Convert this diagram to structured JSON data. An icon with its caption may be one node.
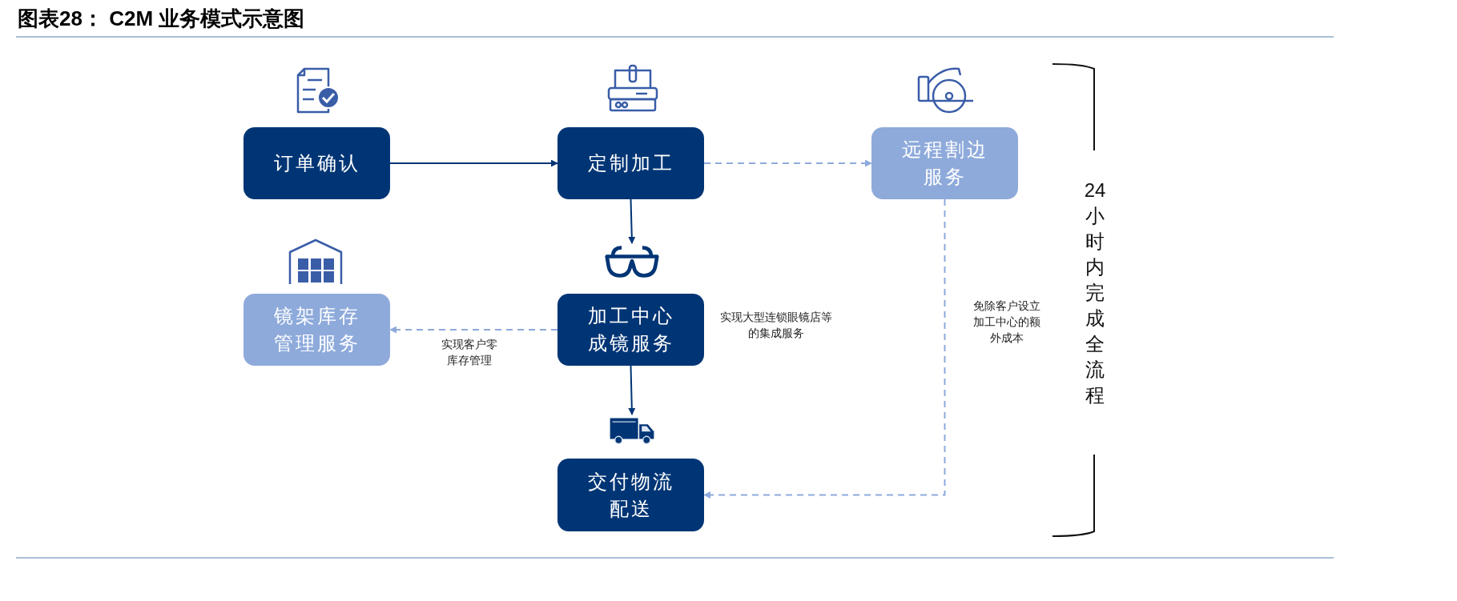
{
  "diagram": {
    "title": "图表28： C2M 业务模式示意图",
    "nodes": [
      {
        "text": [
          "订单确认"
        ]
      },
      {
        "text": [
          "定制加工"
        ]
      },
      {
        "text": [
          "远程割边服务"
        ]
      },
      {
        "text": [],
        "shape": "glasses"
      },
      {
        "text": [
          "镜架库存管理服务"
        ]
      },
      {
        "text": [
          "加工中心成镜服务"
        ],
        "beside": [
          "实现大型连锁眼镜店等的集成服务"
        ]
      },
      {
        "text": [],
        "shape": "truck"
      },
      {
        "text": [
          "交付物流配送"
        ]
      }
    ],
    "edges": [
      {
        "from": 0,
        "to": 1,
        "arrow": "to"
      },
      {
        "from": 1,
        "to": 2,
        "arrow": "to",
        "style": "dashed",
        "color": "#8eaadb"
      },
      {
        "from": 1,
        "to": 3,
        "arrow": "to"
      },
      {
        "from": 5,
        "to": 4,
        "arrow": "to",
        "style": "dashed",
        "color": "#8eaadb",
        "label": "实现客户零库存管理"
      },
      {
        "from": 5,
        "to": 6,
        "arrow": "to"
      },
      {
        "from": 2,
        "to": 7,
        "arrow": "to",
        "style": "dashed",
        "color": "#8eaadb",
        "label": "免除客户设立加工中心的额外成本"
      }
    ],
    "labels": [
      "24小时内完成全流程"
    ]
  }
}
